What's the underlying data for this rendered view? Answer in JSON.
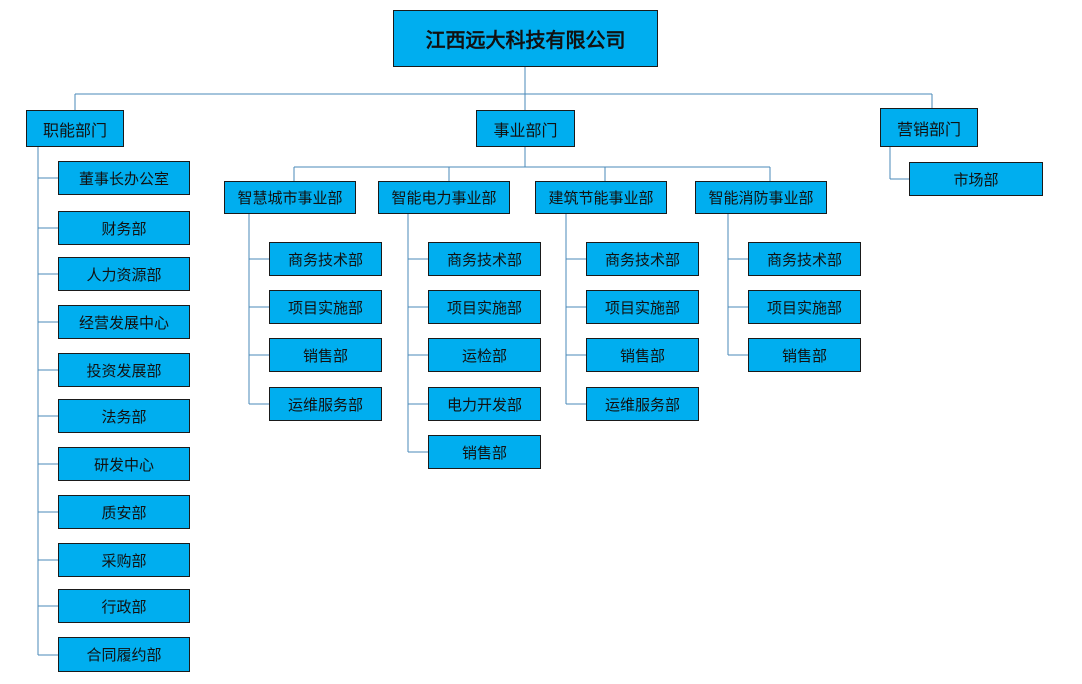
{
  "root": "江西远大科技有限公司",
  "functional": {
    "label": "职能部门",
    "children": [
      "董事长办公室",
      "财务部",
      "人力资源部",
      "经营发展中心",
      "投资发展部",
      "法务部",
      "研发中心",
      "质安部",
      "采购部",
      "行政部",
      "合同履约部"
    ]
  },
  "business": {
    "label": "事业部门",
    "divisions": [
      {
        "label": "智慧城市事业部",
        "children": [
          "商务技术部",
          "项目实施部",
          "销售部",
          "运维服务部"
        ]
      },
      {
        "label": "智能电力事业部",
        "children": [
          "商务技术部",
          "项目实施部",
          "运检部",
          "电力开发部",
          "销售部"
        ]
      },
      {
        "label": "建筑节能事业部",
        "children": [
          "商务技术部",
          "项目实施部",
          "销售部",
          "运维服务部"
        ]
      },
      {
        "label": "智能消防事业部",
        "children": [
          "商务技术部",
          "项目实施部",
          "销售部"
        ]
      }
    ]
  },
  "marketing": {
    "label": "营销部门",
    "children": [
      "市场部"
    ]
  },
  "colors": {
    "box_fill": "#00aeef",
    "box_border": "#1a1a1a",
    "connector": "#4a8ab8"
  }
}
